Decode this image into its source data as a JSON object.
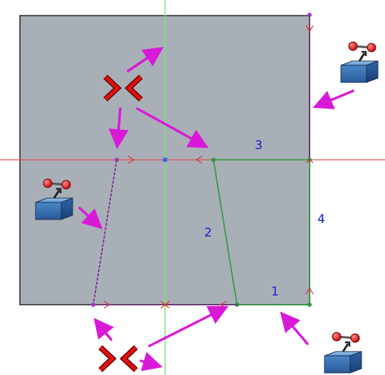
{
  "diagram": {
    "segment_labels": [
      "1",
      "2",
      "3",
      "4"
    ],
    "colors": {
      "sketch_face": "#a9afb7",
      "face_border": "#222222",
      "x_axis": "#e05050",
      "y_axis": "#7ee07e",
      "construction_edge": "#2a9a3a",
      "external_edge": "#7a1a8a",
      "annotation_arrow": "#d81ad8",
      "constraint_symbol": "#d01010",
      "label": "#1a1ad6"
    },
    "icons": [
      "equal-constraint-icon",
      "external-geometry-icon"
    ]
  }
}
